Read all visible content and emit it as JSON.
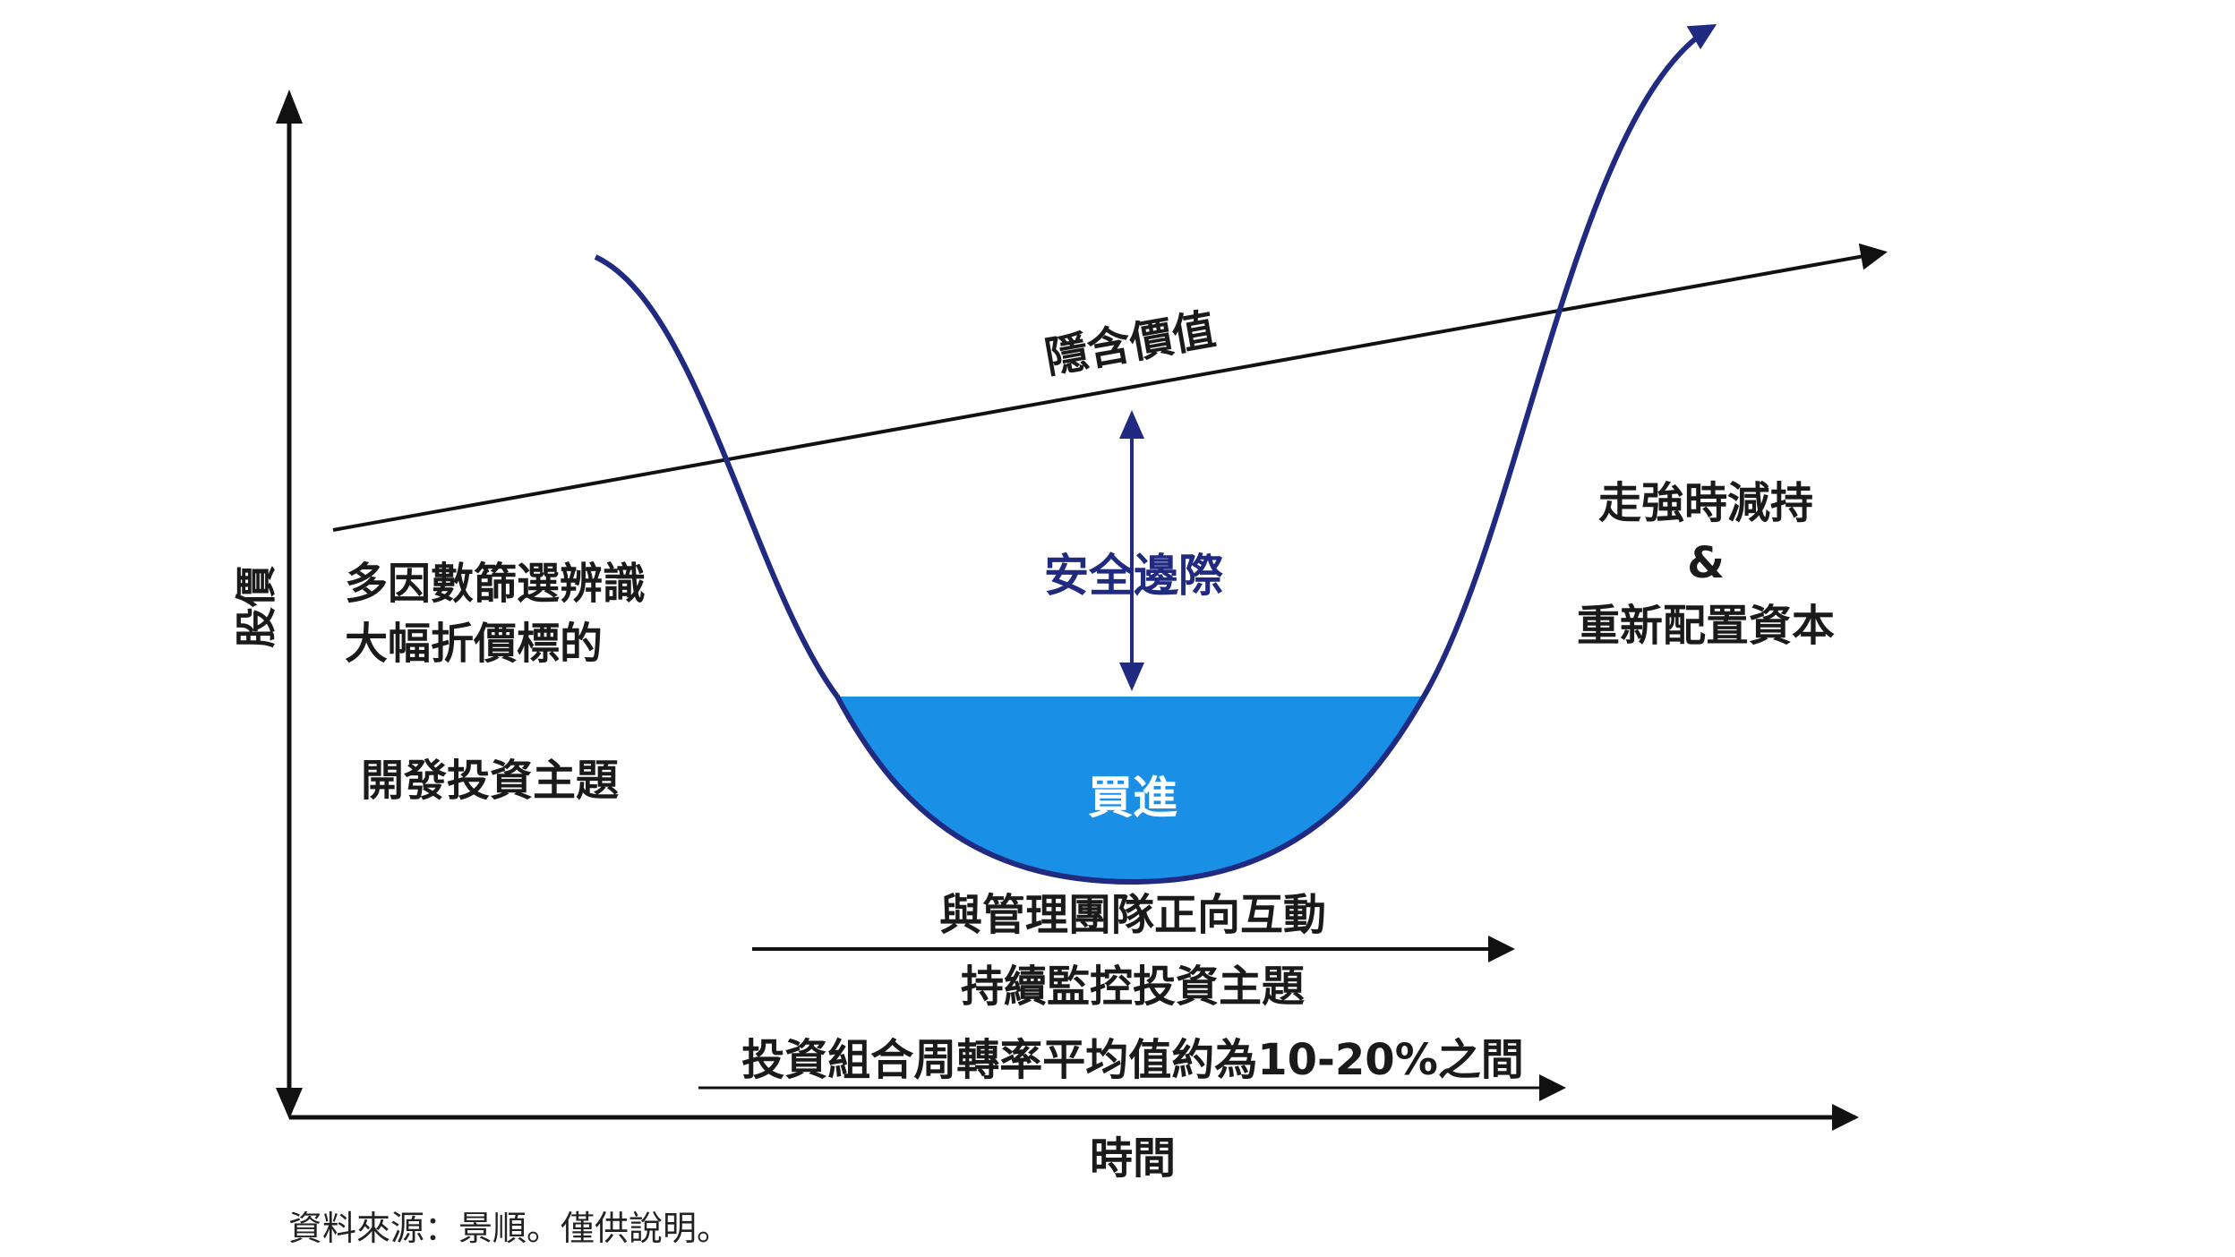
{
  "axes": {
    "y_label": "股價",
    "x_label": "時間"
  },
  "intrinsic_value_label": "隱含價值",
  "margin_of_safety_label": "安全邊際",
  "buy_label": "買進",
  "left_labels": {
    "screening_line1": "多因數篩選辨識",
    "screening_line2": "大幅折價標的",
    "theme": "開發投資主題"
  },
  "right_labels": {
    "line1": "走強時減持",
    "line2": "&",
    "line3": "重新配置資本"
  },
  "bottom_labels": {
    "engage": "與管理團隊正向互動",
    "monitor": "持續監控投資主題",
    "turnover": "投資組合周轉率平均值約為10-20%之間"
  },
  "source_note": "資料來源：景順。僅供說明。",
  "colors": {
    "curve": "#1f2a80",
    "buy_fill": "#1a8fe6",
    "axis": "#111111"
  }
}
